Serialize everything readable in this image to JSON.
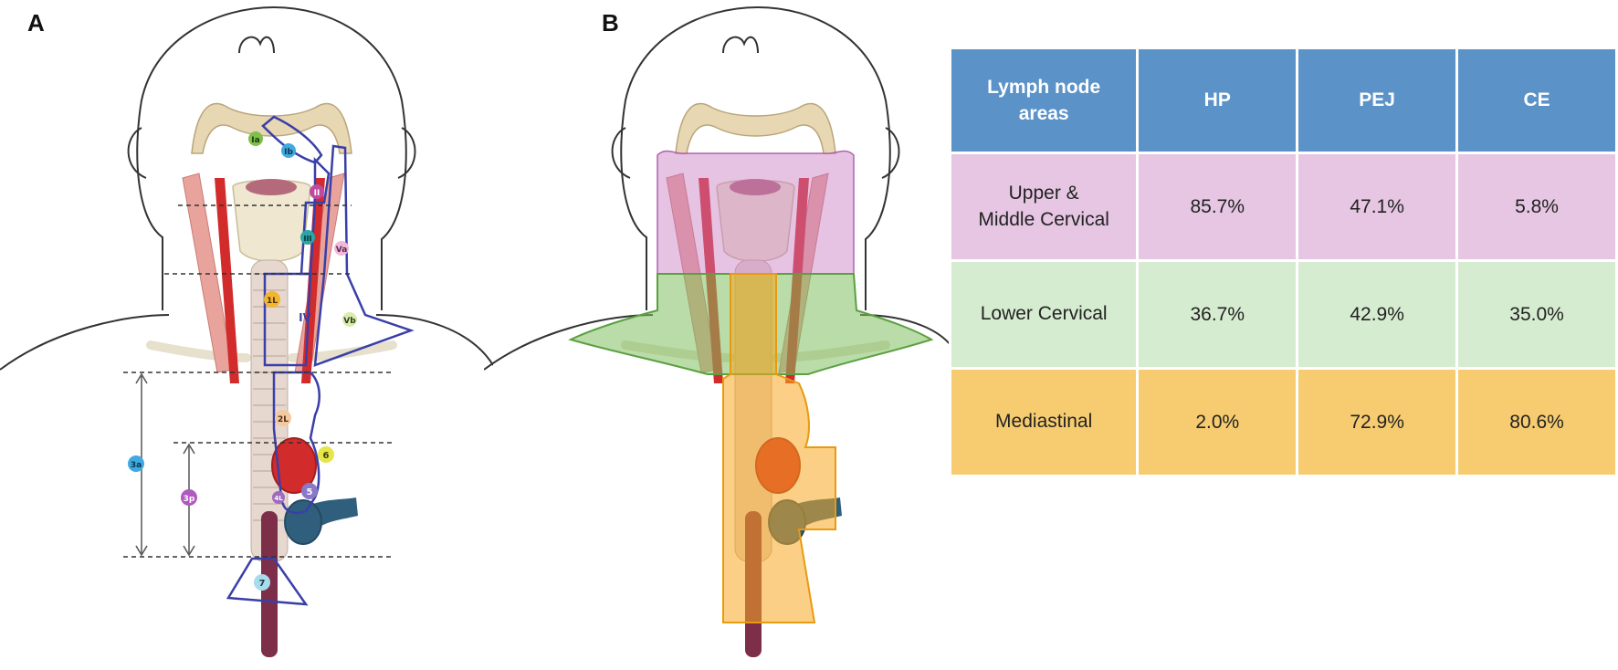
{
  "panels": [
    {
      "letter": "A"
    },
    {
      "letter": "B"
    }
  ],
  "panel_a": {
    "station_labels": {
      "ia": "Ia",
      "ib": "Ib",
      "ii": "II",
      "iii": "III",
      "iv": "IV",
      "va": "Va",
      "vb": "Vb",
      "s1l": "1L",
      "s2l": "2L",
      "s3a": "3a",
      "s3p": "3p",
      "s4l": "4L",
      "s5": "5",
      "s6": "6",
      "s7": "7"
    }
  },
  "table": {
    "headers": [
      "Lymph node\nareas",
      "HP",
      "PEJ",
      "CE"
    ],
    "rows": [
      {
        "area": "Upper &\nMiddle Cervical",
        "hp": "85.7%",
        "pej": "47.1%",
        "ce": "5.8%"
      },
      {
        "area": "Lower Cervical",
        "hp": "36.7%",
        "pej": "42.9%",
        "ce": "35.0%"
      },
      {
        "area": "Mediastinal",
        "hp": "2.0%",
        "pej": "72.9%",
        "ce": "80.6%"
      }
    ]
  },
  "colors": {
    "header": "#5b92c8",
    "upper_middle_cervical": "#e6c6e3",
    "lower_cervical": "#d6ecd0",
    "mediastinal": "#f7cc70",
    "station_outline": "#3a3fa8"
  }
}
